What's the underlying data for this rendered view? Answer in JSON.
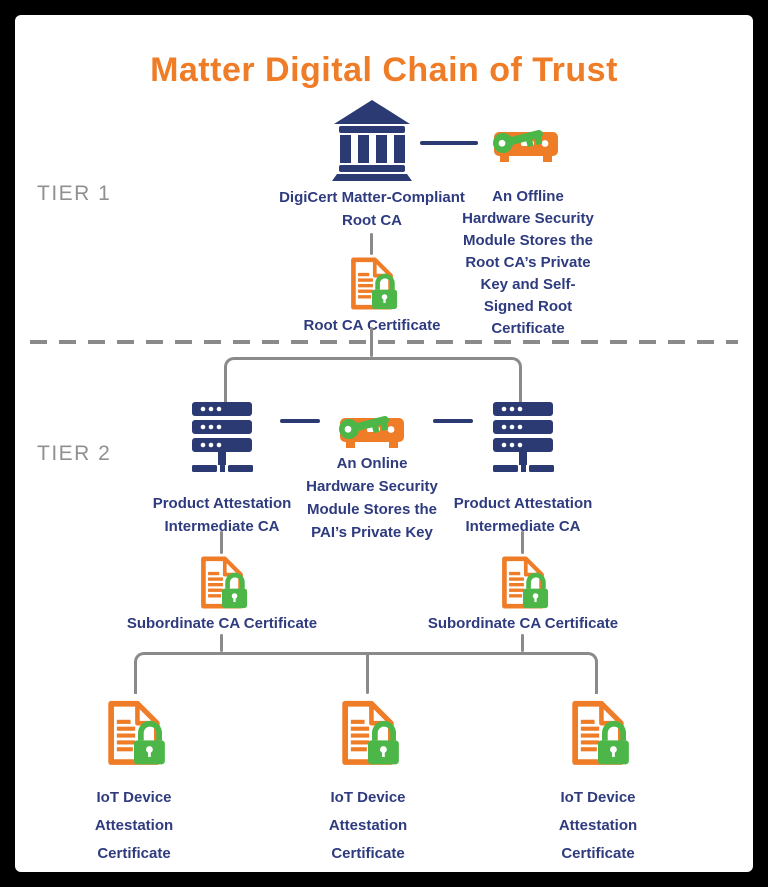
{
  "title": "Matter Digital Chain of Trust",
  "colors": {
    "accent_orange": "#ef7c27",
    "icon_navy": "#2b3a72",
    "text_navy": "#2f3b7f",
    "key_green": "#4cb648",
    "line_gray": "#8a8a8a"
  },
  "tier_labels": [
    {
      "label": "TIER 1"
    },
    {
      "label": "TIER 2"
    }
  ],
  "tier1": {
    "root_ca": {
      "icon": "bank-icon",
      "label": "DigiCert Matter-Compliant\nRoot CA"
    },
    "offline_hsm": {
      "icon": "hsm-key-icon",
      "label": "An Offline\nHardware Security\nModule Stores the\nRoot CA’s Private\nKey and Self-\nSigned Root\nCertificate"
    },
    "root_certificate": {
      "icon": "certificate-lock-icon",
      "label": "Root CA Certificate"
    }
  },
  "tier2": {
    "pai_left": {
      "icon": "server-stack-icon",
      "label": "Product Attestation\nIntermediate CA"
    },
    "online_hsm": {
      "icon": "hsm-key-icon",
      "label": "An Online\nHardware Security\nModule Stores the\nPAI’s Private Key"
    },
    "pai_right": {
      "icon": "server-stack-icon",
      "label": "Product Attestation\nIntermediate CA"
    },
    "sub_cert_left": {
      "icon": "certificate-lock-icon",
      "label": "Subordinate CA Certificate"
    },
    "sub_cert_right": {
      "icon": "certificate-lock-icon",
      "label": "Subordinate CA Certificate"
    }
  },
  "tier3": {
    "iot_certificates": [
      {
        "icon": "certificate-lock-icon",
        "label": "IoT Device\nAttestation\nCertificate"
      },
      {
        "icon": "certificate-lock-icon",
        "label": "IoT Device\nAttestation\nCertificate"
      },
      {
        "icon": "certificate-lock-icon",
        "label": "IoT Device\nAttestation\nCertificate"
      }
    ]
  }
}
